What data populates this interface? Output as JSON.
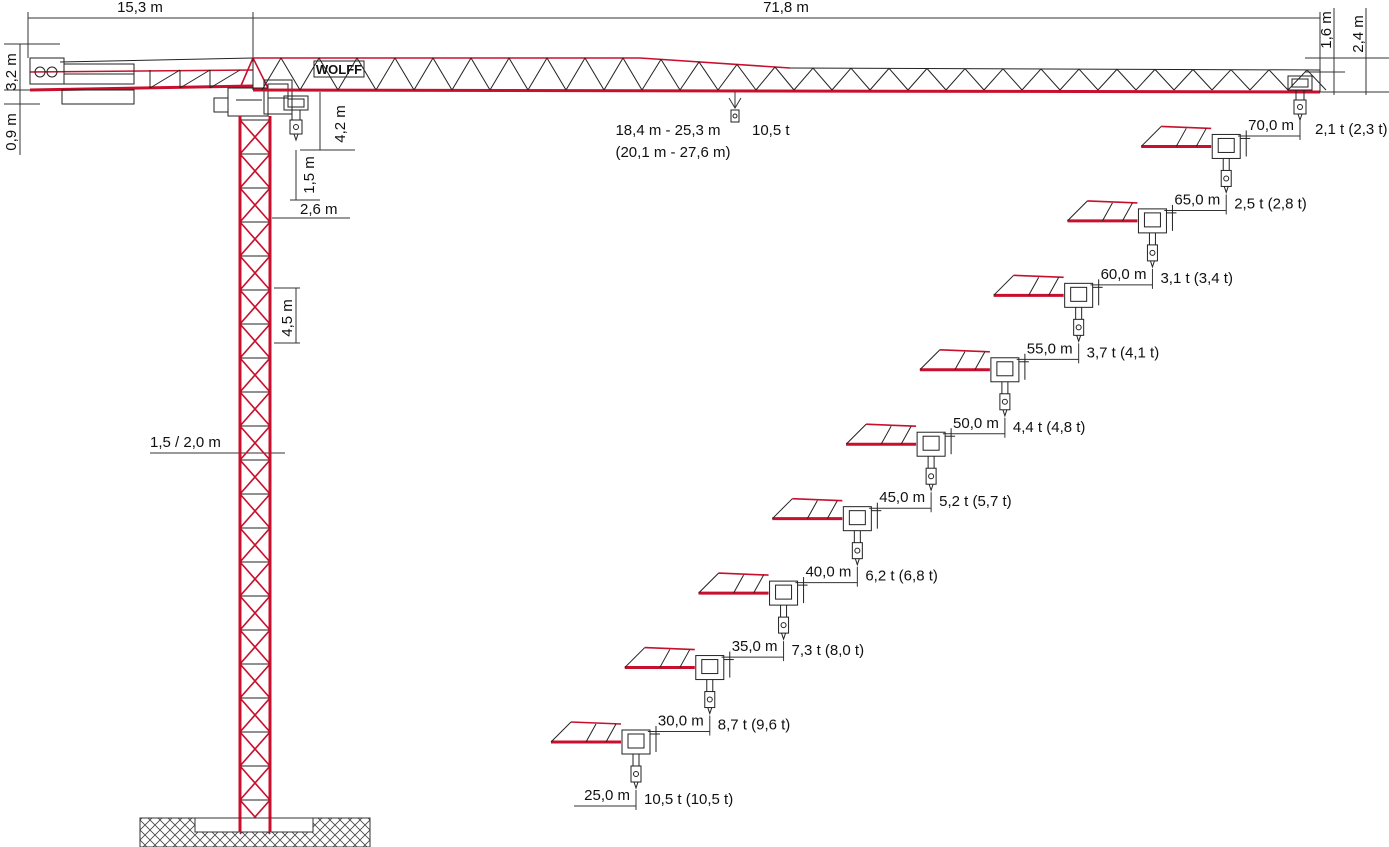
{
  "brand": "WOLFF",
  "colors": {
    "structure": "#c8102e",
    "lines": "#222222",
    "background": "#ffffff"
  },
  "dimensions": {
    "counter_jib_length": "15,3 m",
    "jib_length": "71,8 m",
    "counter_jib_height": "3,2 m",
    "counter_jib_offset": "0,9 m",
    "jib_tip_height_a": "1,6 m",
    "jib_tip_height_b": "2,4 m",
    "cab_height": "4,2 m",
    "tower_top_height": "1,5 m",
    "cab_width": "2,6 m",
    "mast_section_height": "4,5 m",
    "mast_width": "1,5 / 2,0 m"
  },
  "max_load": {
    "radius_range": "18,4 m - 25,3 m",
    "radius_range_alt": "(20,1 m - 27,6 m)",
    "capacity": "10,5 t"
  },
  "load_table": [
    {
      "radius": "70,0 m",
      "load": "2,1 t (2,3 t)"
    },
    {
      "radius": "65,0 m",
      "load": "2,5 t (2,8 t)"
    },
    {
      "radius": "60,0 m",
      "load": "3,1 t (3,4 t)"
    },
    {
      "radius": "55,0 m",
      "load": "3,7 t (4,1 t)"
    },
    {
      "radius": "50,0 m",
      "load": "4,4 t (4,8 t)"
    },
    {
      "radius": "45,0 m",
      "load": "5,2 t (5,7 t)"
    },
    {
      "radius": "40,0 m",
      "load": "6,2 t (6,8 t)"
    },
    {
      "radius": "35,0 m",
      "load": "7,3 t (8,0 t)"
    },
    {
      "radius": "30,0 m",
      "load": "8,7 t (9,6 t)"
    },
    {
      "radius": "25,0 m",
      "load": "10,5 t (10,5 t)"
    }
  ]
}
